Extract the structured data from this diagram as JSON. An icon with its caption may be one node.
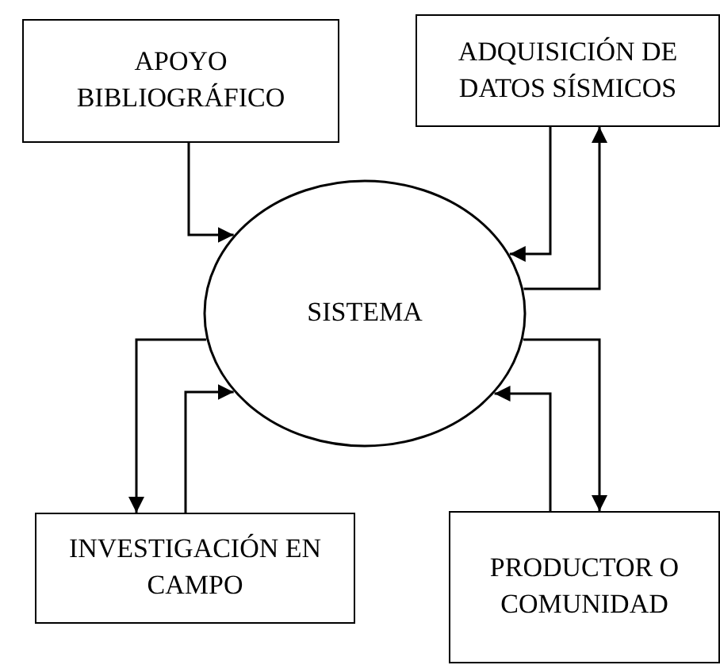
{
  "diagram": {
    "nodes": [
      {
        "text": [
          "APOYO BIBLIOGRÁFICO"
        ]
      },
      {
        "text": [
          "ADQUISICIÓN DE DATOS SÍSMICOS"
        ]
      },
      {
        "text": [
          "SISTEMA"
        ]
      },
      {
        "text": [
          "INVESTIGACIÓN EN CAMPO"
        ]
      },
      {
        "text": [
          "PRODUCTOR O COMUNIDAD"
        ]
      }
    ],
    "edges": [
      {
        "from": 0,
        "to": 2,
        "arrow": "to"
      },
      {
        "from": 1,
        "to": 2,
        "arrow": "to"
      },
      {
        "from": 2,
        "to": 1,
        "arrow": "to"
      },
      {
        "from": 2,
        "to": 3,
        "arrow": "to"
      },
      {
        "from": 3,
        "to": 2,
        "arrow": "to"
      },
      {
        "from": 2,
        "to": 4,
        "arrow": "to"
      },
      {
        "from": 4,
        "to": 2,
        "arrow": "to"
      }
    ]
  }
}
